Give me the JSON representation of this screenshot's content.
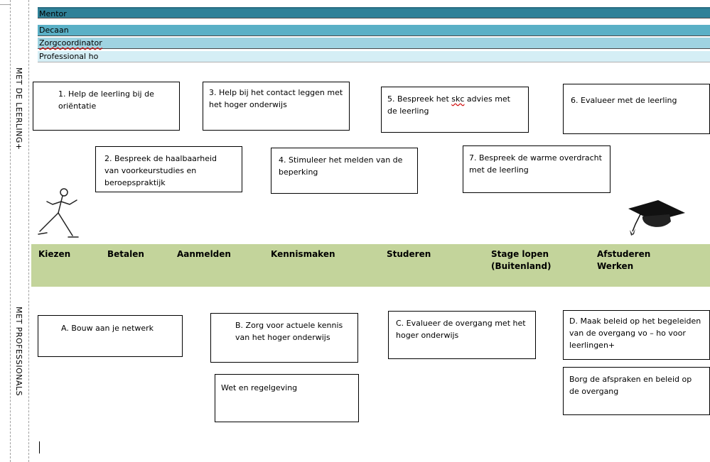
{
  "side_labels": {
    "top": "MET DE LEERLING+",
    "bottom": "MET PROFESSIONALS"
  },
  "roles": [
    "Mentor",
    "Decaan",
    "Zorgcoordinator",
    "Professional ho"
  ],
  "colors": {
    "role_bands": [
      "#2e8198",
      "#5ab0c6",
      "#9fd3e1",
      "#d5eef5"
    ],
    "stage_bar": "#c3d49b"
  },
  "student_steps": {
    "s1": "1.  Help de leerling bij de oriëntatie",
    "s2": "2. Bespreek de haalbaarheid van voorkeurstudies en beroepspraktijk",
    "s3": "3. Help bij het contact leggen met het hoger onderwijs",
    "s4": "4. Stimuleer het melden van de beperking",
    "s5a": "5. Bespreek het ",
    "s5b": "skc",
    "s5c": " advies met de leerling",
    "s6": "6. Evalueer met de leerling",
    "s7": "7. Bespreek de warme overdracht met de leerling"
  },
  "stages": {
    "kiezen": "Kiezen",
    "betalen": "Betalen",
    "aanmelden": "Aanmelden",
    "kennismaken": "Kennismaken",
    "studeren": "Studeren",
    "stage_1": "Stage lopen",
    "stage_2": "(Buitenland)",
    "afstuderen_1": "Afstuderen",
    "afstuderen_2": "Werken"
  },
  "professional_steps": {
    "a": "A.   Bouw aan je netwerk",
    "b": "B. Zorg voor actuele kennis van het hoger onderwijs",
    "c": "C. Evalueer de overgang met het hoger onderwijs",
    "d": "D. Maak beleid op het begeleiden van de overgang vo – ho voor leerlingen+",
    "wet": "Wet en regelgeving",
    "borg": "Borg de afspraken en beleid op de overgang"
  },
  "icons": {
    "runner": "running-stick-figure",
    "graduation": "graduation-cap"
  }
}
